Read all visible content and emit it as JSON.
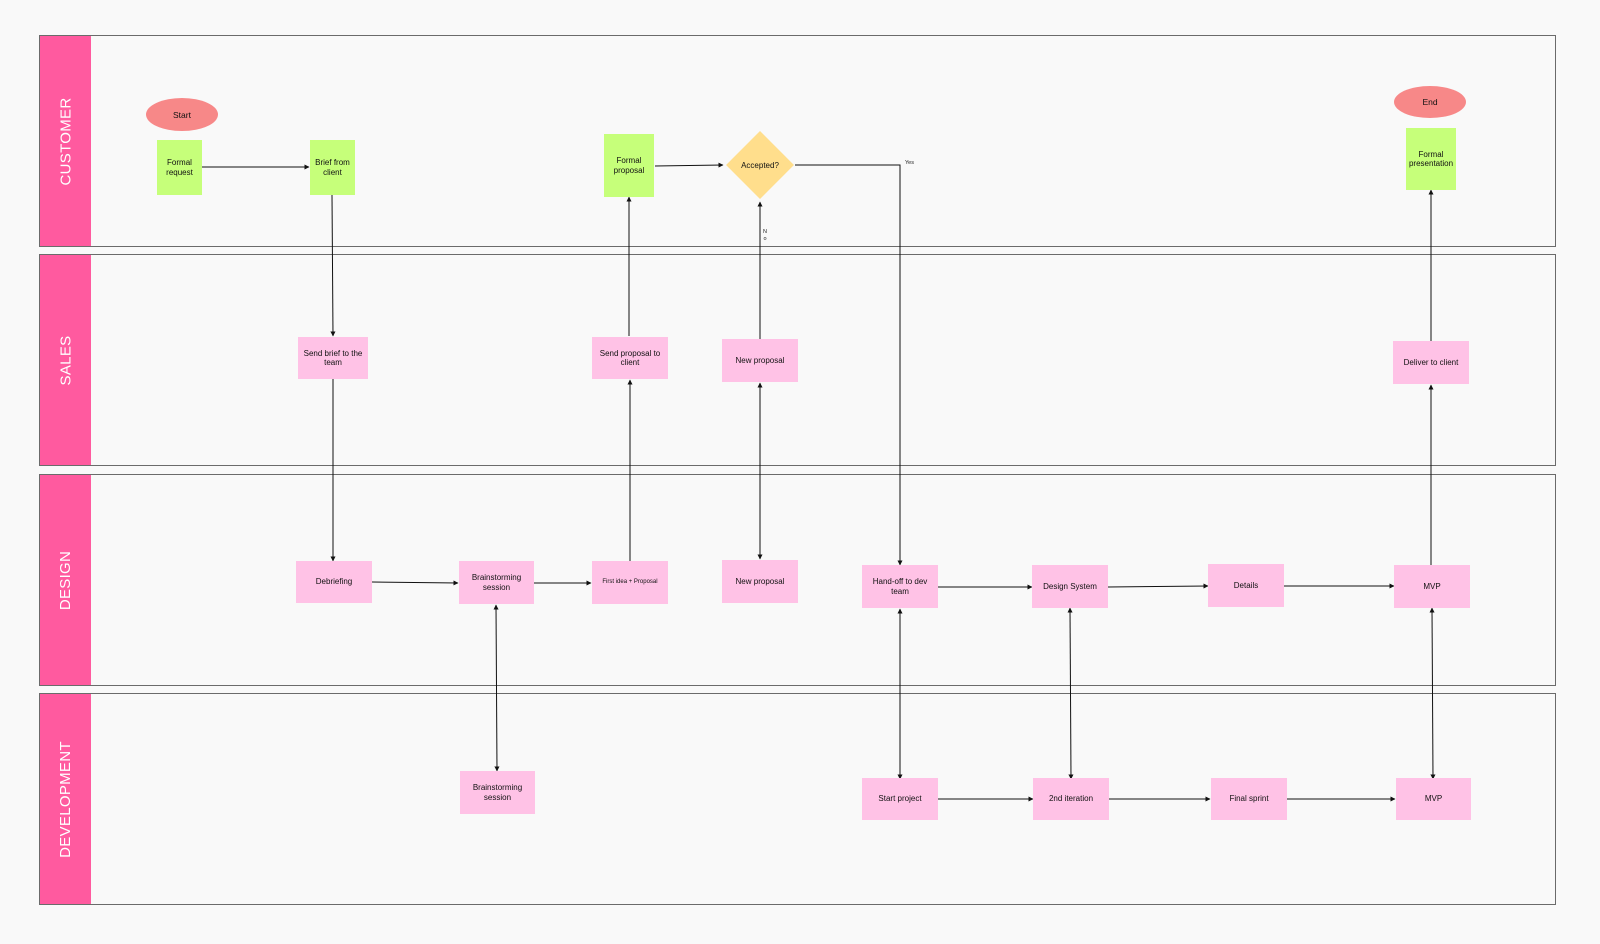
{
  "colors": {
    "lane_header": "#ff5a9f",
    "task_pink": "#ffc2e6",
    "note_green": "#c6ff7a",
    "terminal": "#f78888",
    "decision": "#ffde8c"
  },
  "lanes": [
    {
      "label": "CUSTOMER"
    },
    {
      "label": "SALES"
    },
    {
      "label": "DESIGN"
    },
    {
      "label": "DEVELOPMENT"
    }
  ],
  "terminals": {
    "start": "Start",
    "end": "End"
  },
  "decision": {
    "label": "Accepted?",
    "yes_label": "Yes",
    "no_label": "N\no"
  },
  "nodes": {
    "formal_request": "Formal\nrequest",
    "brief_from_client": "Brief from\nclient",
    "formal_proposal": "Formal\nproposal",
    "formal_presentation": "Formal\npresentation",
    "send_brief": "Send brief to  the\nteam",
    "send_proposal": "Send proposal to\nclient",
    "new_proposal_sales": "New proposal",
    "deliver_to_client": "Deliver to client",
    "debriefing": "Debriefing",
    "brainstorming_design": "Brainstorming\nsession",
    "first_idea": "First idea + Proposal",
    "new_proposal_design": "New proposal",
    "handoff": "Hand-off to dev team",
    "design_system": "Design System",
    "details": "Details",
    "mvp_design": "MVP",
    "brainstorming_dev": "Brainstorming\nsession",
    "start_project": "Start project",
    "second_iteration": "2nd iteration",
    "final_sprint": "Final sprint",
    "mvp_dev": "MVP"
  }
}
